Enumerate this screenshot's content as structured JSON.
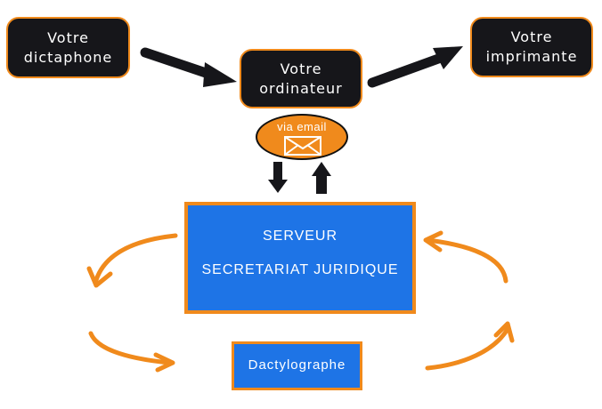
{
  "nodes": {
    "dictaphone": {
      "line1": "Votre",
      "line2": "dictaphone"
    },
    "ordinateur": {
      "line1": "Votre",
      "line2": "ordinateur"
    },
    "imprimante": {
      "line1": "Votre",
      "line2": "imprimante"
    },
    "email": {
      "label": "via email",
      "icon": "envelope-icon"
    },
    "serveur": {
      "line1": "SERVEUR",
      "line2": "SECRETARIAT JURIDIQUE"
    },
    "dactylographe": {
      "label": "Dactylographe"
    }
  },
  "colors": {
    "dark_box": "#16161a",
    "accent_orange": "#f08a1c",
    "blue_box": "#1e74e6",
    "arrow_black": "#16161a"
  }
}
